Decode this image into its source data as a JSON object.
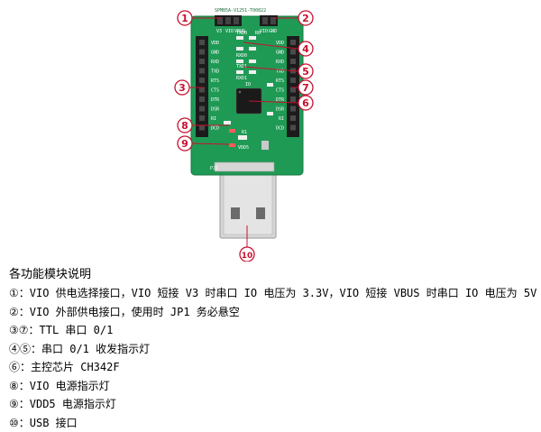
{
  "callouts": [
    {
      "id": "1",
      "label": "①"
    },
    {
      "id": "2",
      "label": "②"
    },
    {
      "id": "3",
      "label": "③"
    },
    {
      "id": "4",
      "label": "④"
    },
    {
      "id": "5",
      "label": "⑤"
    },
    {
      "id": "6",
      "label": "⑥"
    },
    {
      "id": "7",
      "label": "⑦"
    },
    {
      "id": "8",
      "label": "⑧"
    },
    {
      "id": "9",
      "label": "⑨"
    },
    {
      "id": "10",
      "label": "⑩"
    }
  ],
  "board": {
    "model_text": "SPM85A-V1251-T00822",
    "top_labels": [
      "V3",
      "VIO",
      "VBUS"
    ],
    "top_right_labels": [
      "VIO",
      "GND"
    ],
    "left_pins": [
      "VDD",
      "GND",
      "RXD",
      "TXD",
      "RTS",
      "CTS",
      "DTR",
      "DSR",
      "RI",
      "DCD"
    ],
    "right_pins": [
      "VDD",
      "GND",
      "RXD",
      "TXD",
      "RTS",
      "CTS",
      "DTR",
      "DSR",
      "RI",
      "DCD"
    ],
    "mid_labels": [
      "TXD0",
      "R0",
      "RXD0",
      "TXD1",
      "RXD1",
      "IO"
    ],
    "bottom_labels": [
      "PJ1",
      "VDD5",
      "R1"
    ],
    "colors": {
      "pcb": "#1f9a55",
      "header": "#1c1c1c",
      "chip": "#1a1a1a",
      "usb_metal": "#cfcfcf",
      "callout": "#c8102e"
    }
  },
  "description": {
    "title": "各功能模块说明",
    "lines": [
      "①：VIO 供电选择接口，VIO 短接 V3 时串口 IO 电压为 3.3V，VIO 短接 VBUS 时串口 IO 电压为 5V",
      "②：VIO 外部供电接口，使用时 JP1 务必悬空",
      "③⑦：TTL 串口 0/1",
      "④⑤：串口 0/1 收发指示灯",
      "⑥：主控芯片 CH342F",
      "⑧：VIO 电源指示灯",
      "⑨：VDD5 电源指示灯",
      "⑩：USB 接口"
    ]
  }
}
